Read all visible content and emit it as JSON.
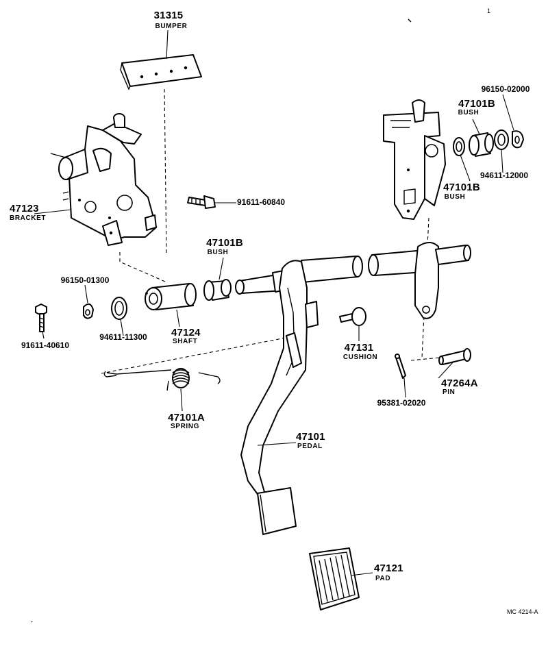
{
  "diagram": {
    "code": "MC 4214-A",
    "corner_mark": "1"
  },
  "parts": [
    {
      "id": "p31315",
      "number": "31315",
      "name": "BUMPER"
    },
    {
      "id": "p47123",
      "number": "47123",
      "name": "BRACKET"
    },
    {
      "id": "p91611_60840",
      "number": "91611-60840",
      "name": ""
    },
    {
      "id": "p96150_01300",
      "number": "96150-01300",
      "name": ""
    },
    {
      "id": "p47101B_left",
      "number": "47101B",
      "name": "BUSH"
    },
    {
      "id": "p91611_40610",
      "number": "91611-40610",
      "name": ""
    },
    {
      "id": "p94611_11300",
      "number": "94611-11300",
      "name": ""
    },
    {
      "id": "p47124",
      "number": "47124",
      "name": "SHAFT"
    },
    {
      "id": "p96150_02000",
      "number": "96150-02000",
      "name": ""
    },
    {
      "id": "p47101B_top",
      "number": "47101B",
      "name": "BUSH"
    },
    {
      "id": "p94611_12000",
      "number": "94611-12000",
      "name": ""
    },
    {
      "id": "p47101B_right",
      "number": "47101B",
      "name": "BUSH"
    },
    {
      "id": "p47131",
      "number": "47131",
      "name": "CUSHION"
    },
    {
      "id": "p47264A",
      "number": "47264A",
      "name": "PIN"
    },
    {
      "id": "p95381_02020",
      "number": "95381-02020",
      "name": ""
    },
    {
      "id": "p47101A",
      "number": "47101A",
      "name": "SPRING"
    },
    {
      "id": "p47101",
      "number": "47101",
      "name": "PEDAL"
    },
    {
      "id": "p47121",
      "number": "47121",
      "name": "PAD"
    }
  ]
}
